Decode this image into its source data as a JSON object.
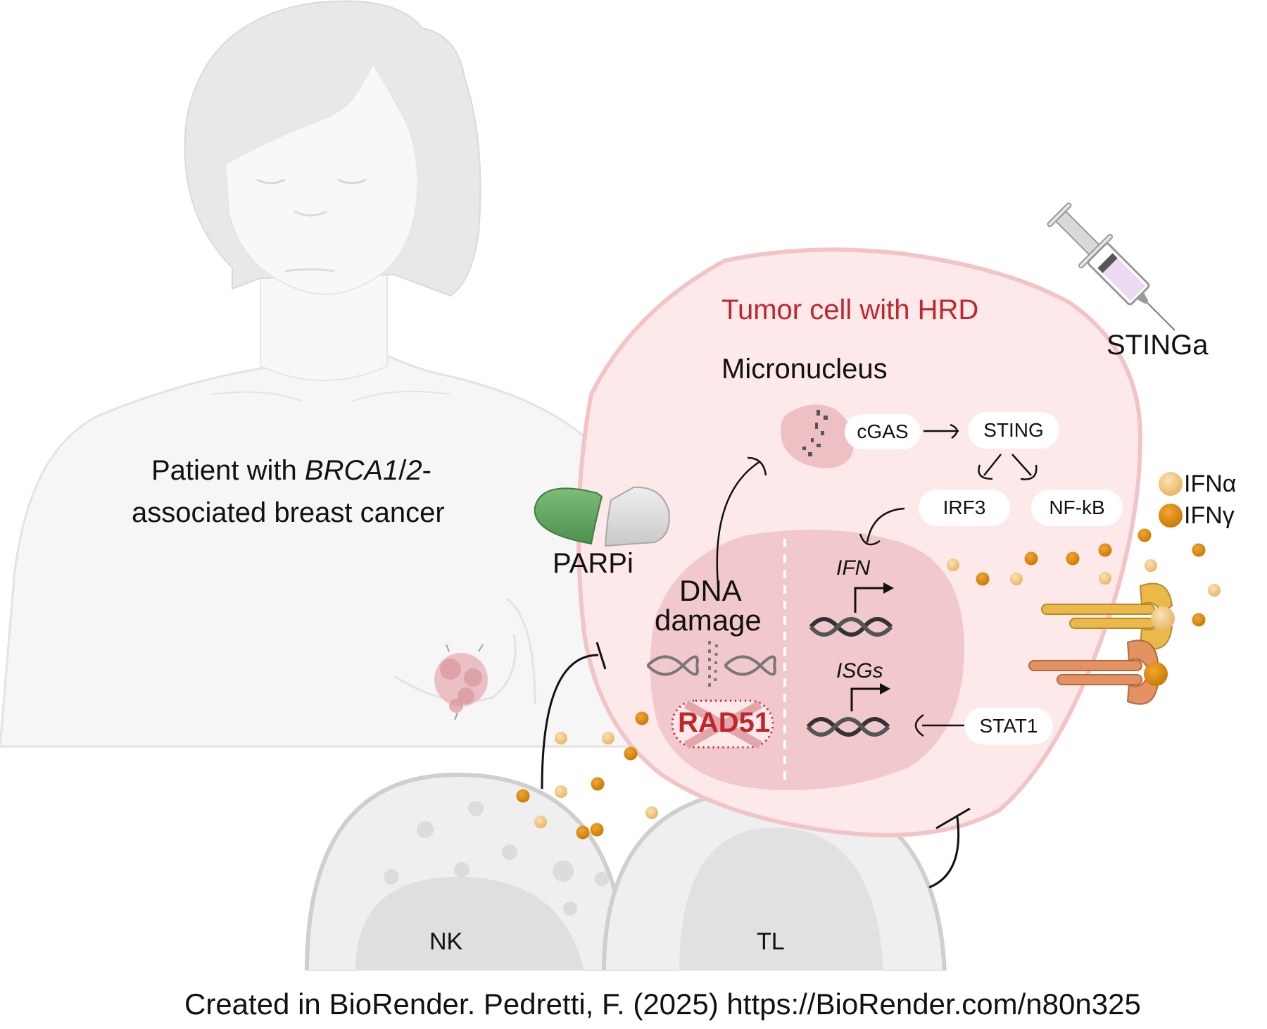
{
  "figure": {
    "patient_label": {
      "line1_prefix": "Patient with ",
      "line1_gene": "BRCA1",
      "line1_slash": "/",
      "line1_gene2": "2",
      "line1_suffix": "-",
      "line2": "associated breast cancer"
    },
    "drug_label": "PARPi",
    "tumor_cell_label": "Tumor cell with HRD",
    "micronucleus_label": "Micronucleus",
    "injection_label": "STINGa",
    "pathway": {
      "cgas": "cGAS",
      "sting": "STING",
      "irf3": "IRF3",
      "nfkb": "NF-kB",
      "stat1": "STAT1"
    },
    "nucleus": {
      "dna_damage_line1": "DNA",
      "dna_damage_line2": "damage",
      "rad51": "RAD51",
      "ifn_gene": "IFN",
      "isg_gene": "ISGs"
    },
    "legend": {
      "items": [
        {
          "label": "IFNα",
          "color": "#f0c27a"
        },
        {
          "label": "IFNγ",
          "color": "#d98a0c"
        }
      ]
    },
    "immune_cells": {
      "nk": "NK",
      "tl": "TL"
    },
    "credit": "Created in BioRender. Pedretti, F. (2025) https://BioRender.com/n80n325"
  },
  "colors": {
    "tumor_fill": "#fde8ea",
    "tumor_outline": "#f2c4c8",
    "nucleus_fill": "#f1c9cc",
    "micronucleus_fill": "#eec0c3",
    "title_red": "#c0272d",
    "ifn_alpha": "#f0c27a",
    "ifn_gamma": "#d98a0c",
    "receptor_alpha": "#eab949",
    "receptor_gamma": "#e49262",
    "pill_green": "#5fa35f",
    "pill_grey": "#d9d9d9",
    "syringe_fluid": "#ecd9f2",
    "immune_fill": "#efefef",
    "immune_outline": "#cfcfcf",
    "patient_fill": "#f4f4f4",
    "patient_hair": "#e6e6e6"
  }
}
